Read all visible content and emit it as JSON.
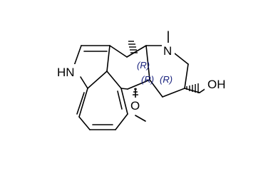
{
  "atom_labels": {
    "nh": "HN",
    "n_methyl": "N",
    "oh": "OH",
    "o_methoxy": "O"
  },
  "stereo_labels": {
    "c5": "(R)",
    "c10": "(R)",
    "c8": "(R)"
  },
  "colors": {
    "bond": "#000000",
    "stereo_label": "#1a237e"
  }
}
